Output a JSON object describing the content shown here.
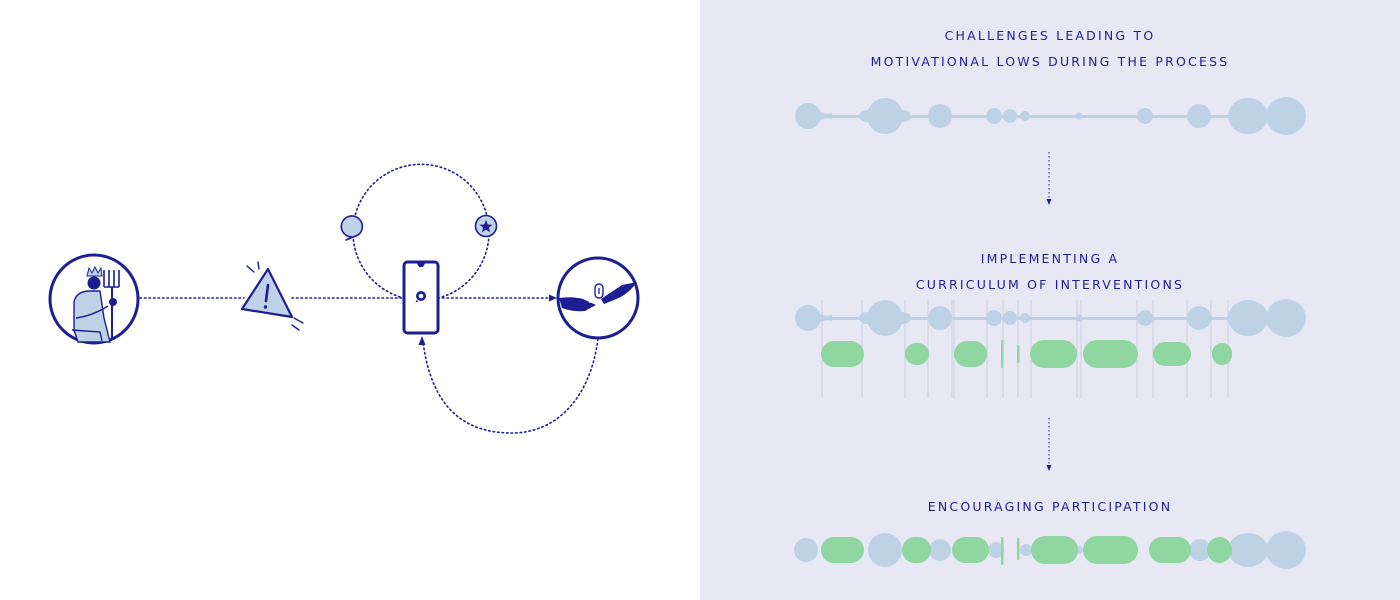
{
  "colors": {
    "navy": "#1d1e94",
    "panel": "#e8e8f4",
    "blue": "#bed2e6",
    "green": "#8fd6a0",
    "page": "#ffffff"
  },
  "icons": {
    "person": "person-with-fork-icon",
    "warning": "warning-triangle-icon",
    "phone": "smartphone-whatsapp-icon",
    "chat": "chat-bubble-icon",
    "star": "star-badge-icon",
    "helping": "helping-hands-icon"
  },
  "stages": [
    {
      "title_line1": "CHALLENGES LEADING TO",
      "title_line2": "MOTIVATIONAL LOWS DURING THE PROCESS"
    },
    {
      "title_line1": "IMPLEMENTING A",
      "title_line2": "CURRICULUM OF INTERVENTIONS"
    },
    {
      "title_line1": "ENCOURAGING PARTICIPATION"
    }
  ]
}
